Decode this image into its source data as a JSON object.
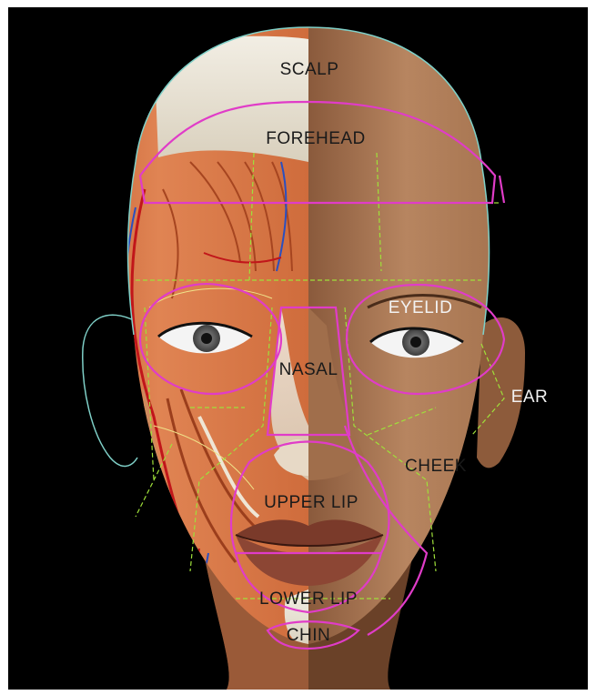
{
  "diagram": {
    "labels": {
      "scalp": "SCALP",
      "forehead": "FOREHEAD",
      "eyelid": "EYELID",
      "nasal": "NASAL",
      "ear": "EAR",
      "cheek": "CHEEK",
      "upper_lip": "UPPER LIP",
      "lower_lip": "LOWER LIP",
      "chin": "CHIN"
    },
    "colors": {
      "background": "#000000",
      "skin": "#b07a55",
      "muscle": "#d2703f",
      "region_outline": "#e03cc8",
      "subunit_guide": "#9fe03a",
      "head_outline": "#7fd0c8"
    }
  }
}
